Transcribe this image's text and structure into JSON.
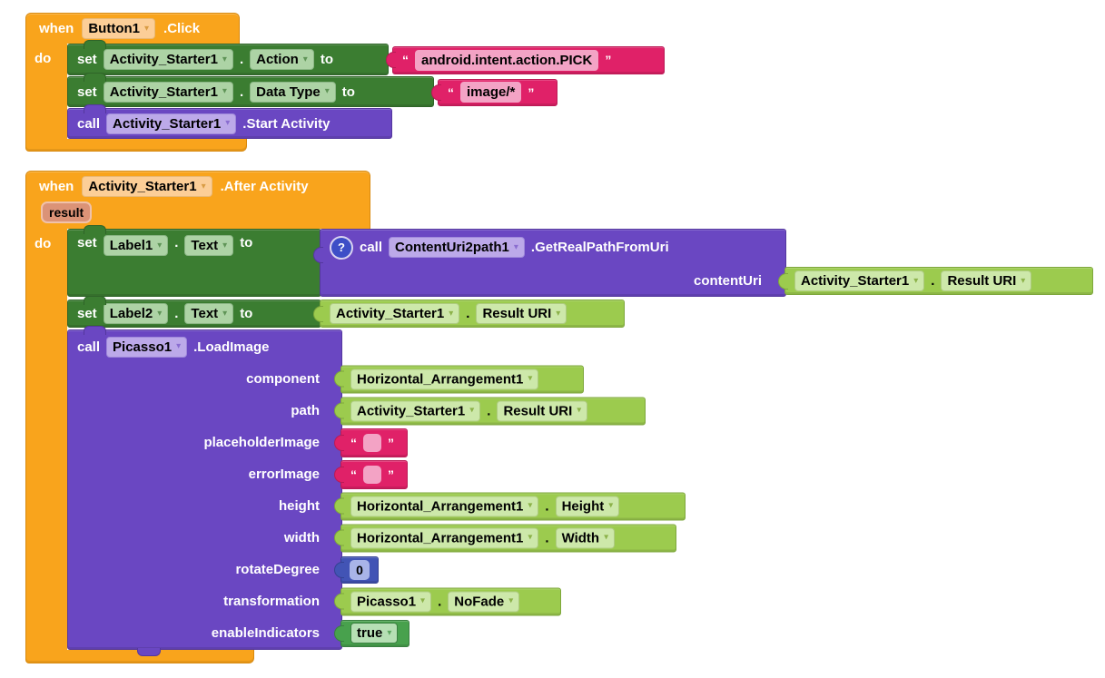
{
  "icons": {
    "dropdown_arrow": "▾"
  },
  "quotes": {
    "open": "“",
    "close": "”"
  },
  "colors": {
    "event_orange": "#F9A41C",
    "setter_green": "#3B7D31",
    "call_purple": "#6A47C2",
    "getter_green": "#9CCB4E",
    "text_pink": "#E02168",
    "number_blue": "#4254B5",
    "logic_green": "#48A14D",
    "param_chip": "#DB9377",
    "help_icon_blue": "#3D4EC7"
  },
  "block1": {
    "when_label": "when",
    "do_label": "do",
    "event_component": "Button1",
    "event_name": ".Click",
    "row_action": {
      "set_label": "set",
      "component": "Activity_Starter1",
      "dot": ".",
      "property": "Action",
      "to_label": "to",
      "value": "android.intent.action.PICK"
    },
    "row_datatype": {
      "set_label": "set",
      "component": "Activity_Starter1",
      "dot": ".",
      "property": "Data Type",
      "to_label": "to",
      "value": "image/*"
    },
    "row_start": {
      "call_label": "call",
      "component": "Activity_Starter1",
      "method": ".Start Activity"
    }
  },
  "block2": {
    "when_label": "when",
    "do_label": "do",
    "event_component": "Activity_Starter1",
    "event_name": ".After Activity",
    "param_result": "result",
    "row_label1": {
      "set_label": "set",
      "component": "Label1",
      "dot": ".",
      "property": "Text",
      "to_label": "to"
    },
    "call_getrealpath": {
      "help": "?",
      "call_label": "call",
      "component": "ContentUri2path1",
      "method": ".GetRealPathFromUri",
      "arg_label": "contentUri",
      "arg_value": {
        "component": "Activity_Starter1",
        "dot": ".",
        "property": "Result URI"
      }
    },
    "row_label2": {
      "set_label": "set",
      "component": "Label2",
      "dot": ".",
      "property": "Text",
      "to_label": "to",
      "value": {
        "component": "Activity_Starter1",
        "dot": ".",
        "property": "Result URI"
      }
    },
    "row_loadimage": {
      "call_label": "call",
      "component": "Picasso1",
      "method": ".LoadImage",
      "args": {
        "component": {
          "label": "component",
          "value_component": "Horizontal_Arrangement1"
        },
        "path": {
          "label": "path",
          "component": "Activity_Starter1",
          "dot": ".",
          "property": "Result URI"
        },
        "placeholderImage": {
          "label": "placeholderImage",
          "value": ""
        },
        "errorImage": {
          "label": "errorImage",
          "value": ""
        },
        "height": {
          "label": "height",
          "component": "Horizontal_Arrangement1",
          "dot": ".",
          "property": "Height"
        },
        "width": {
          "label": "width",
          "component": "Horizontal_Arrangement1",
          "dot": ".",
          "property": "Width"
        },
        "rotateDegree": {
          "label": "rotateDegree",
          "value": "0"
        },
        "transformation": {
          "label": "transformation",
          "component": "Picasso1",
          "dot": ".",
          "property": "NoFade"
        },
        "enableIndicators": {
          "label": "enableIndicators",
          "value": "true"
        }
      }
    }
  }
}
